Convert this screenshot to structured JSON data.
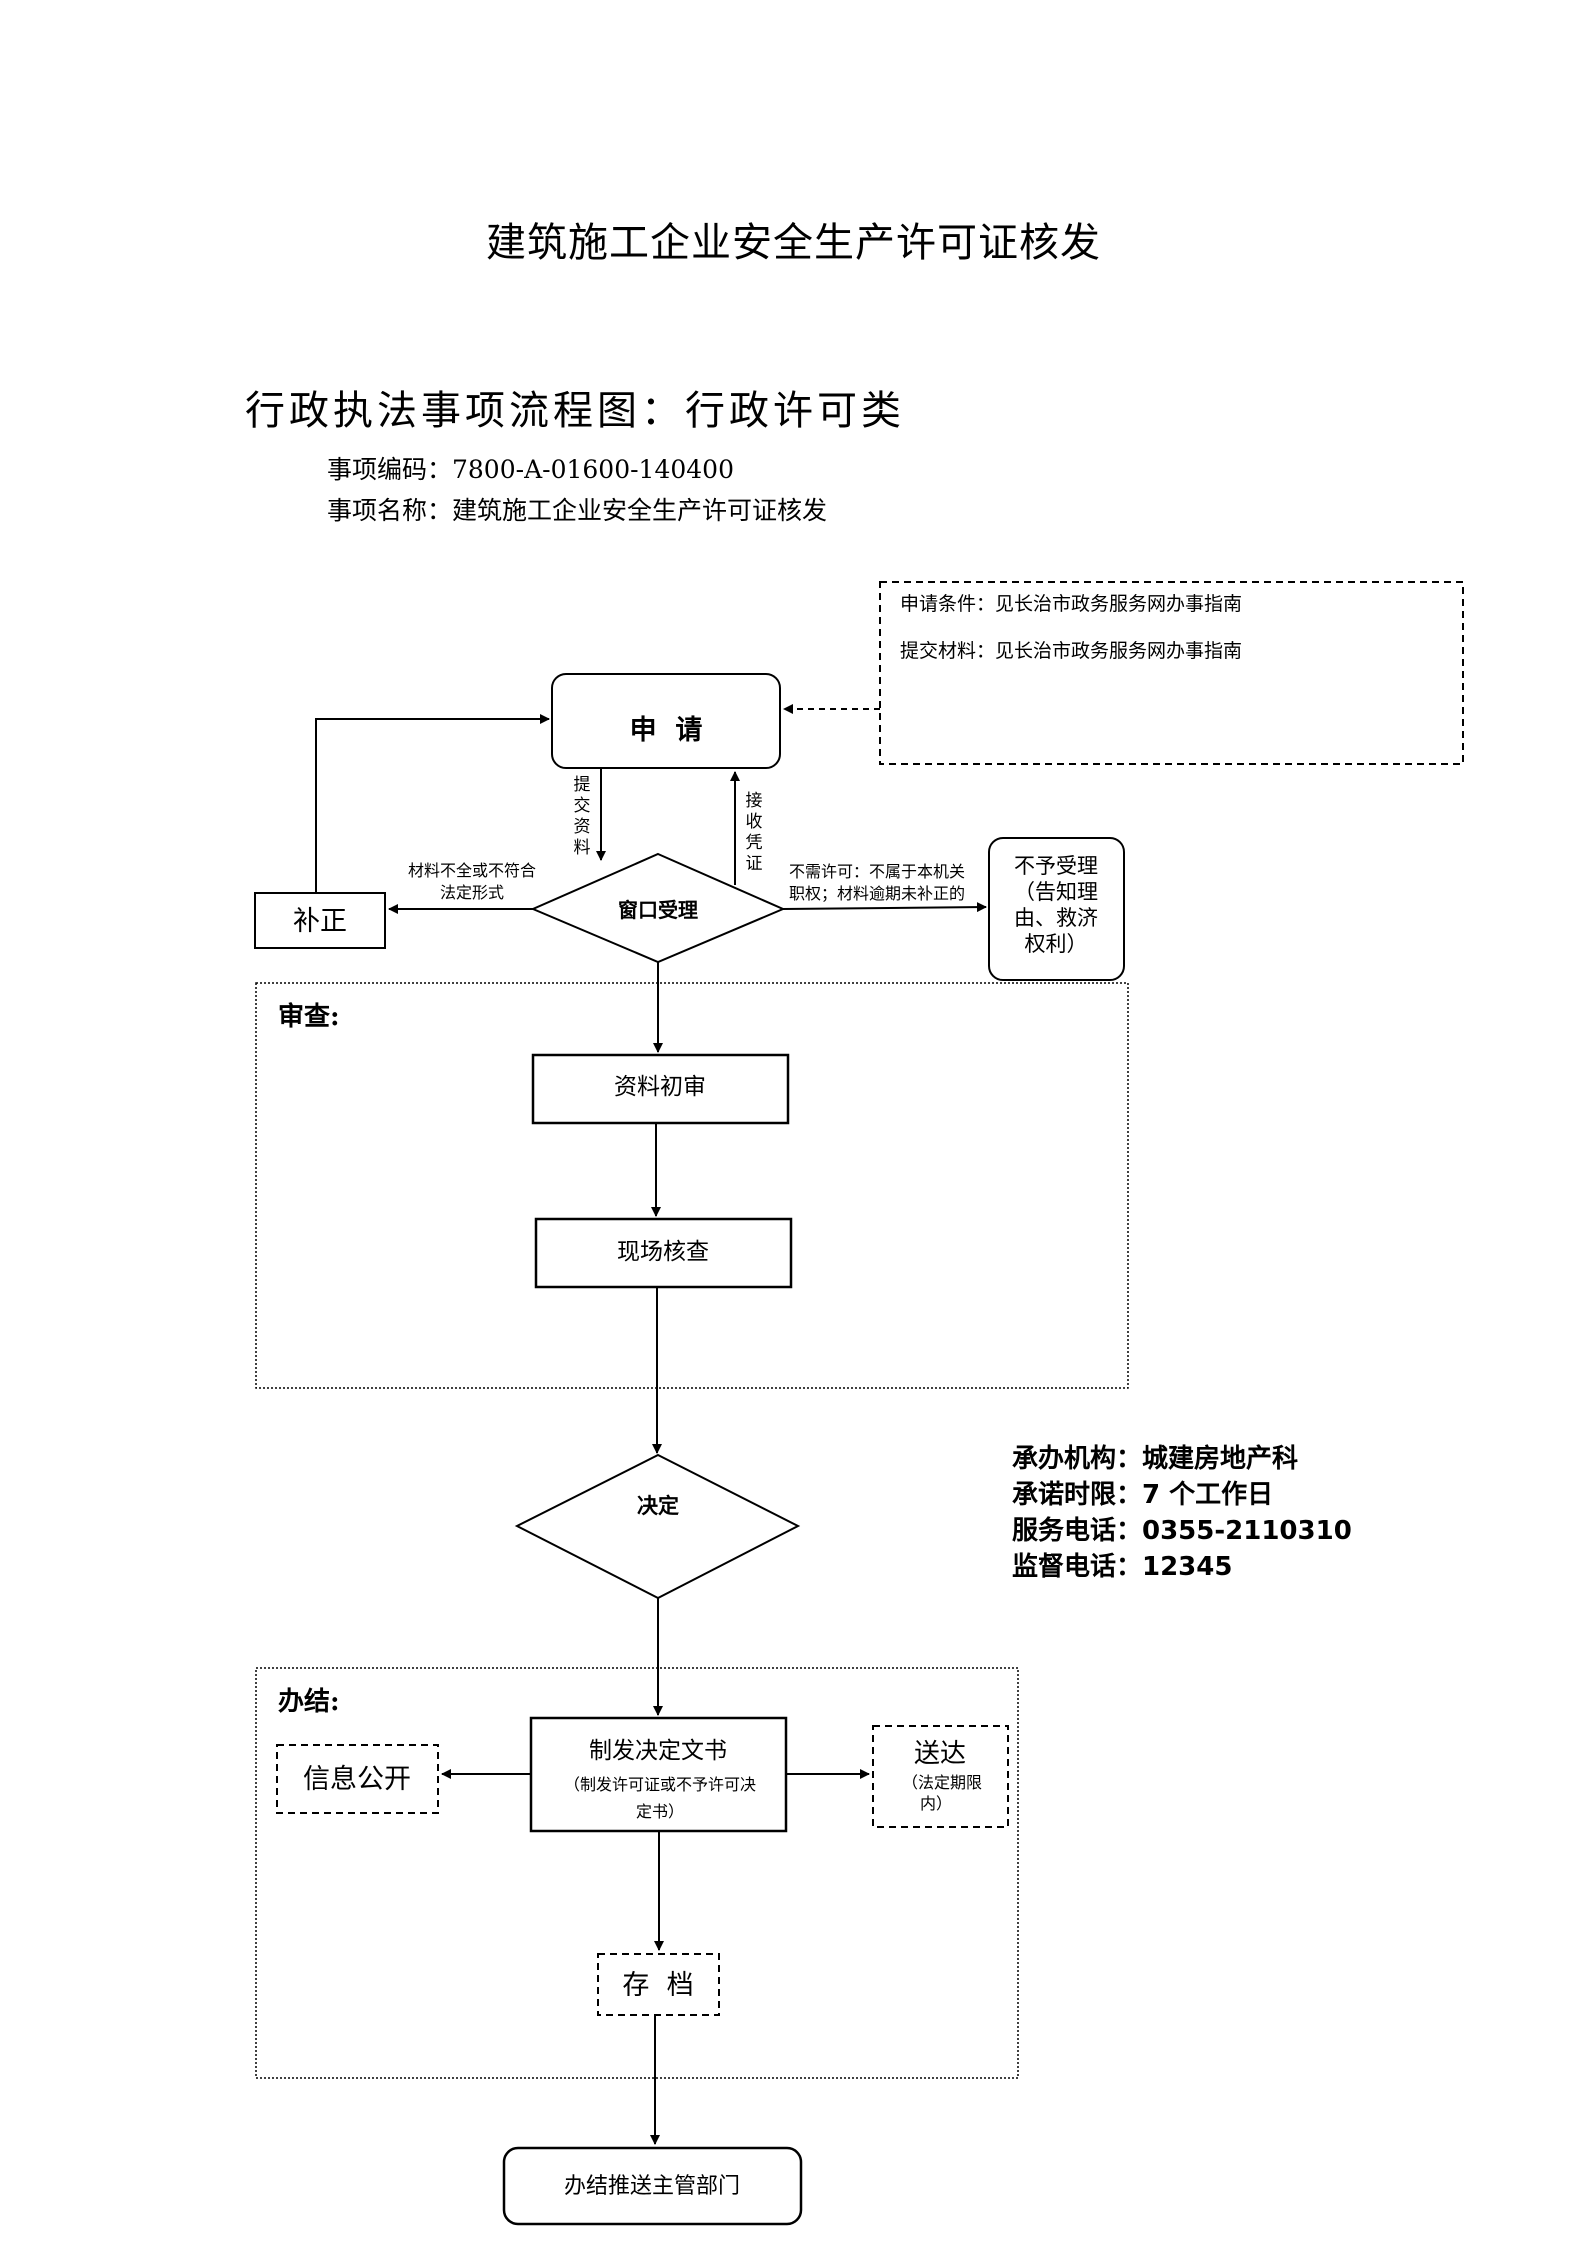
{
  "doc": {
    "title": "建筑施工企业安全生产许可证核发",
    "subtitle": "行政执法事项流程图：行政许可类",
    "code_line": "事项编码：7800-A-01600-140400",
    "name_line": "事项名称：建筑施工企业安全生产许可证核发"
  },
  "conditions": {
    "line1": "申请条件：见长治市政务服务网办事指南",
    "line2": "提交材料：见长治市政务服务网办事指南"
  },
  "flow": {
    "apply": "申  请",
    "submit_v": [
      "提",
      "交",
      "资",
      "料"
    ],
    "receipt_v": [
      "接",
      "收",
      "凭",
      "证"
    ],
    "window": "窗口受理",
    "incomplete_1": "材料不全或不符合",
    "incomplete_2": "法定形式",
    "correct": "补正",
    "reject_cond_1": "不需许可：不属于本机关",
    "reject_cond_2": "职权；材料逾期未补正的",
    "reject_1": "不予受理",
    "reject_2": "（告知理",
    "reject_3": "由、救济",
    "reject_4": "权利）",
    "review_label": "审查:",
    "initial_review": "资料初审",
    "site_check": "现场核查",
    "decision": "决定",
    "finish_label": "办结:",
    "make_doc": "制发决定文书",
    "make_doc_sub1": "（制发许可证或不予许可决",
    "make_doc_sub2": "定书）",
    "info_public": "信息公开",
    "deliver": "送达",
    "deliver_sub1": "（法定期限",
    "deliver_sub2": "内）",
    "archive": "存  档",
    "push": "办结推送主管部门"
  },
  "info": {
    "org": "承办机构：城建房地产科",
    "limit": "承诺时限：7 个工作日",
    "phone": "服务电话：0355-2110310",
    "supervise": "监督电话：12345"
  }
}
